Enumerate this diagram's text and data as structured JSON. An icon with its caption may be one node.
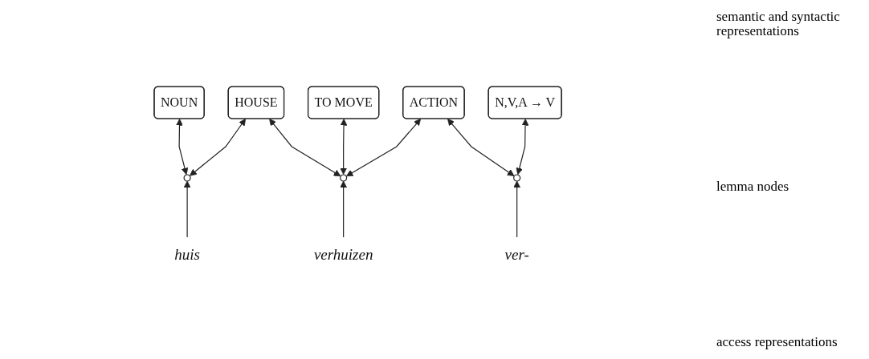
{
  "diagram": {
    "nodes": [
      {
        "text": [
          "NOUN"
        ]
      },
      {
        "text": [
          "HOUSE"
        ]
      },
      {
        "text": [
          "TO MOVE"
        ]
      },
      {
        "text": [
          "ACTION"
        ]
      },
      {
        "text": [
          "N,V,A → V"
        ]
      },
      {
        "text": [],
        "shape": "circle"
      },
      {
        "text": [],
        "shape": "circle"
      },
      {
        "text": [],
        "shape": "circle"
      },
      {
        "text": [
          "huis"
        ]
      },
      {
        "text": [
          "verhuizen"
        ]
      },
      {
        "text": [
          "ver-"
        ]
      }
    ],
    "edges": [
      {
        "from": 5,
        "to": 0,
        "arrow": "both"
      },
      {
        "from": 5,
        "to": 1,
        "arrow": "both"
      },
      {
        "from": 6,
        "to": 1,
        "arrow": "both"
      },
      {
        "from": 6,
        "to": 2,
        "arrow": "both"
      },
      {
        "from": 6,
        "to": 3,
        "arrow": "both"
      },
      {
        "from": 7,
        "to": 3,
        "arrow": "both"
      },
      {
        "from": 7,
        "to": 4,
        "arrow": "both"
      },
      {
        "from": 8,
        "to": 5,
        "arrow": "to"
      },
      {
        "from": 9,
        "to": 6,
        "arrow": "to"
      },
      {
        "from": 10,
        "to": 7,
        "arrow": "to"
      }
    ],
    "labels": [
      "semantic and syntactic representations",
      "lemma nodes",
      "access representations"
    ]
  }
}
